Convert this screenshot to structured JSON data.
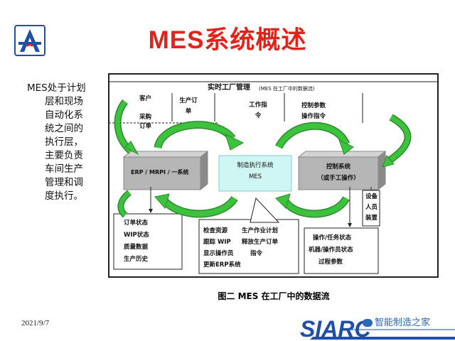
{
  "slide": {
    "title": "MES系统概述",
    "description_lines": [
      "MES处于计划",
      "层和现场",
      "自动化系",
      "统之间的",
      "执行层，",
      "主要负责",
      "车间生产",
      "管理和调",
      "度执行。"
    ],
    "date": "2021/9/7",
    "footer_logo_letters": "SIARC",
    "watermark": "智能制造之家"
  },
  "diagram": {
    "header": "实时工厂管理",
    "header_note": "(MES 在工厂中的数据流)",
    "top_cells": [
      "客户",
      "生产订单",
      "工作指令",
      "控制参数",
      "操作指令"
    ],
    "left_subitems": [
      "采购",
      "订单"
    ],
    "left_box": "ERP / MRPI / 一系统",
    "center_box_line1": "制造执行系统",
    "center_box_line2": "MES",
    "right_box_line1": "控制系统",
    "right_box_line2": "（或手工操作）",
    "right_side_items": [
      "设备",
      "人员",
      "装置"
    ],
    "bottom_left": [
      "订单状态",
      "WIP状态",
      "质量数据",
      "生产历史"
    ],
    "bottom_center": [
      "检查资源",
      "生产作业计划",
      "跟踪 WIP",
      "释放生产订单",
      "显示操作员",
      "指令",
      "更新ERP系统"
    ],
    "bottom_right": [
      "操作/任务状态",
      "机器/操作员状态",
      "过程参数"
    ],
    "caption": "图二 MES 在工厂中的数据流"
  },
  "colors": {
    "title": "#e0241b",
    "arrow_green": "#3cc23c",
    "box_gray": "#b5b5b5",
    "box_cyan": "#cff6f2",
    "logo_blue": "#1f4fa6"
  }
}
